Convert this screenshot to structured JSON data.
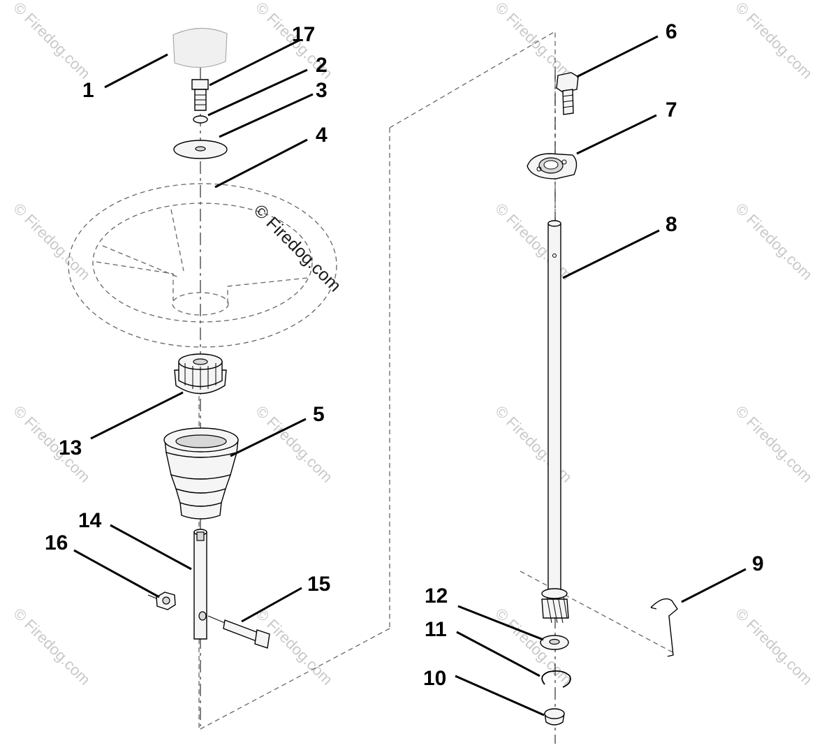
{
  "watermark": "© Firedog.com",
  "callouts": [
    {
      "id": "1",
      "label": "1"
    },
    {
      "id": "2",
      "label": "2"
    },
    {
      "id": "3",
      "label": "3"
    },
    {
      "id": "4",
      "label": "4"
    },
    {
      "id": "5",
      "label": "5"
    },
    {
      "id": "6",
      "label": "6"
    },
    {
      "id": "7",
      "label": "7"
    },
    {
      "id": "8",
      "label": "8"
    },
    {
      "id": "9",
      "label": "9"
    },
    {
      "id": "10",
      "label": "10"
    },
    {
      "id": "11",
      "label": "11"
    },
    {
      "id": "12",
      "label": "12"
    },
    {
      "id": "13",
      "label": "13"
    },
    {
      "id": "14",
      "label": "14"
    },
    {
      "id": "15",
      "label": "15"
    },
    {
      "id": "16",
      "label": "16"
    },
    {
      "id": "17",
      "label": "17"
    }
  ]
}
